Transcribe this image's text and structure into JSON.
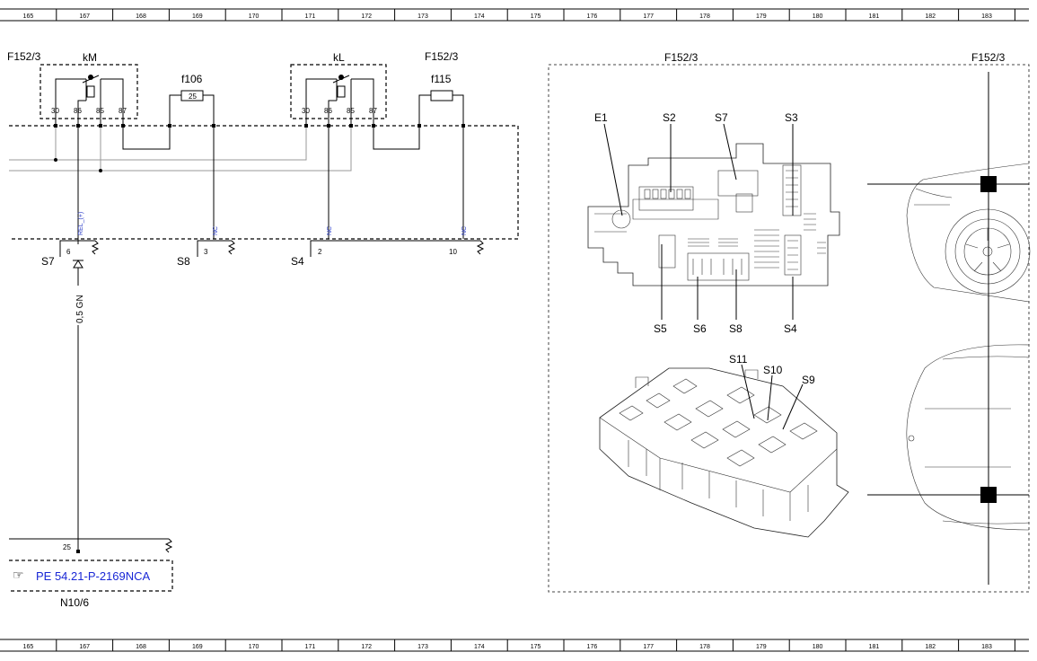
{
  "ruler": [
    "165",
    "167",
    "168",
    "169",
    "170",
    "171",
    "172",
    "173",
    "174",
    "175",
    "176",
    "177",
    "178",
    "179",
    "180",
    "181",
    "182",
    "183"
  ],
  "fuse_box_ref_left": "F152/3",
  "fuse_box_ref_center": "F152/3",
  "fuse_box_ref_picture": "F152/3",
  "fuse_box_ref_car": "F152/3",
  "relays": {
    "km": {
      "label": "kM",
      "pins": [
        "30",
        "86",
        "85",
        "87"
      ]
    },
    "kl": {
      "label": "kL",
      "pins": [
        "30",
        "86",
        "85",
        "87"
      ]
    }
  },
  "fuses": {
    "f106": {
      "label": "f106",
      "rating": "25"
    },
    "f115": {
      "label": "f115"
    }
  },
  "wire_tags": {
    "rel": "REL_(+)",
    "nc1": "NC",
    "nc2": "NC",
    "nc3": "NC"
  },
  "connectors": {
    "s7": {
      "label": "S7",
      "pin": "6"
    },
    "s8": {
      "label": "S8",
      "pin": "3"
    },
    "s4": {
      "label": "S4",
      "pin1": "2",
      "pin2": "10"
    }
  },
  "wire_color": "0,5 GN",
  "module": {
    "pin": "25",
    "link": "PE 54.21-P-2169NCA",
    "label": "N10/6"
  },
  "locator_labels": {
    "e1": "E1",
    "s2": "S2",
    "s7": "S7",
    "s3": "S3",
    "s5": "S5",
    "s6": "S6",
    "s8": "S8",
    "s4": "S4",
    "s11": "S11",
    "s10": "S10",
    "s9": "S9"
  },
  "colors": {
    "link": "#1a28d6",
    "wire_tag": "#2a3cc8"
  }
}
